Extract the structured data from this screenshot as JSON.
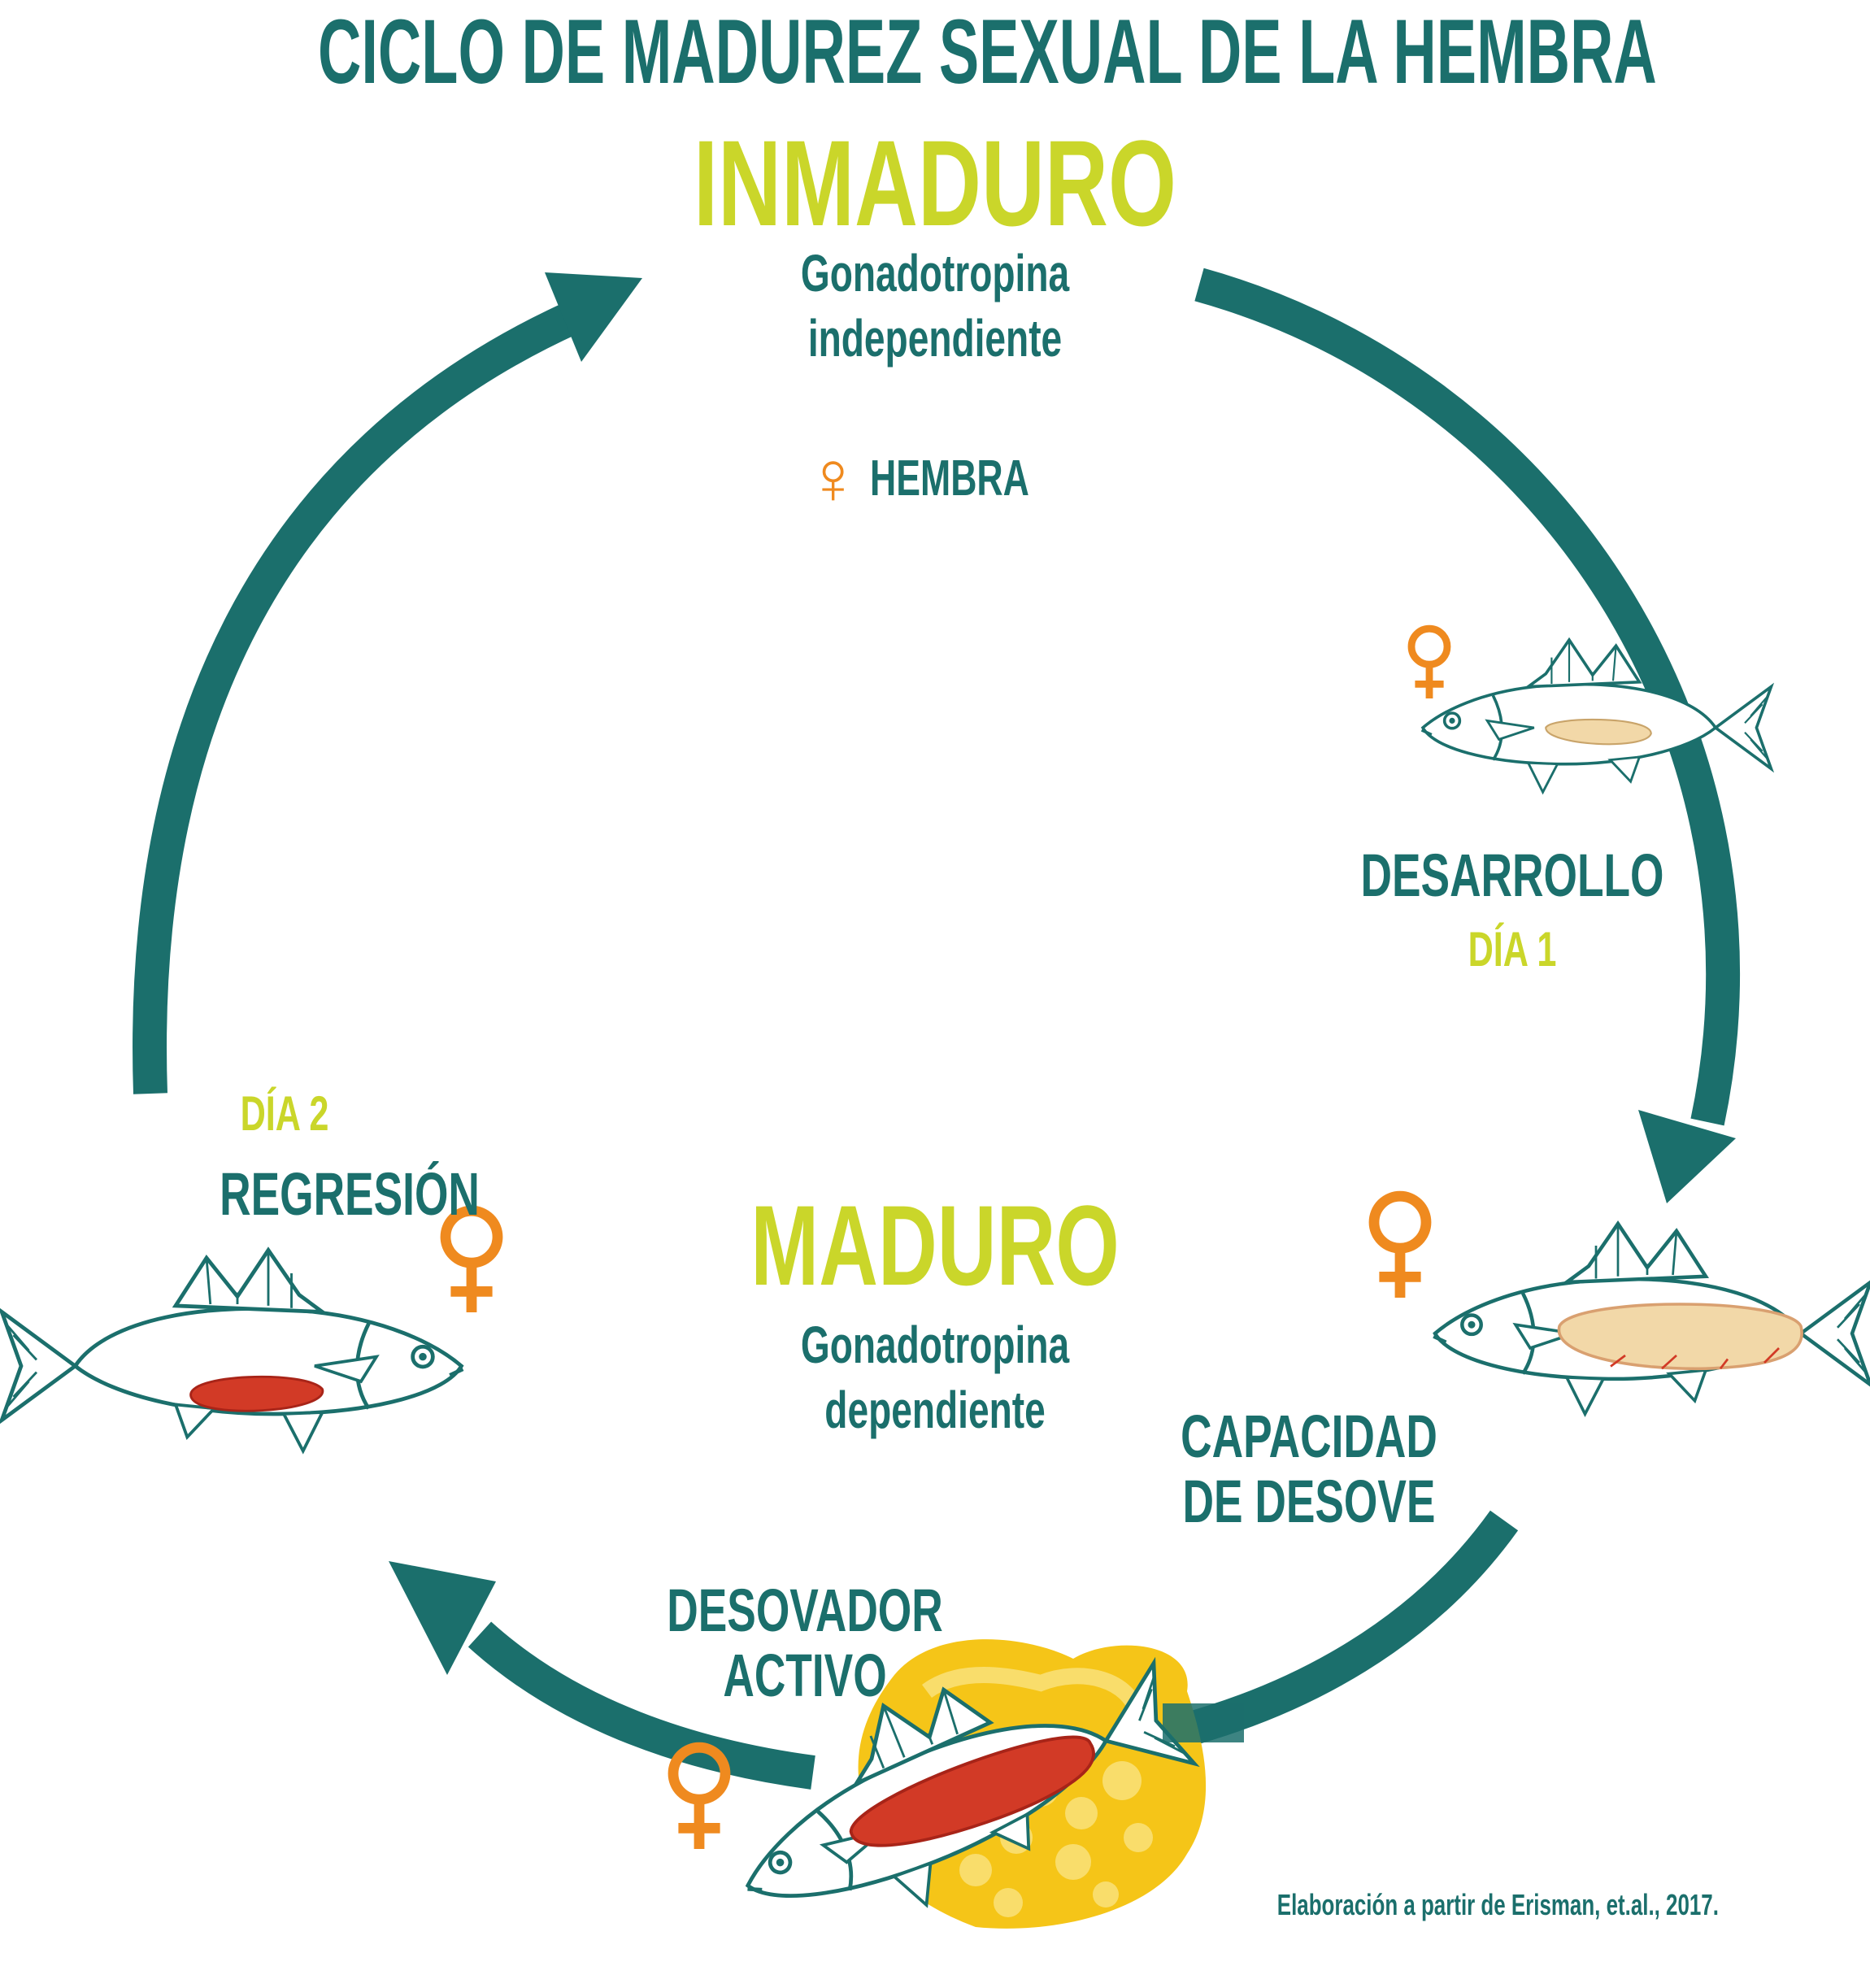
{
  "title": "CICLO DE MADUREZ SEXUAL DE LA HEMBRA",
  "inmaduro": {
    "heading": "INMADURO",
    "line1": "Gonadotropina",
    "line2": "independiente"
  },
  "hembra_label": "HEMBRA",
  "female_symbol": "♀",
  "stages": {
    "desarrollo": {
      "label": "DESARROLLO",
      "day": "DÍA 1"
    },
    "regresion": {
      "label": "REGRESIÓN",
      "day": "DÍA 2"
    },
    "capacidad": {
      "line1": "CAPACIDAD",
      "line2": "DE DESOVE"
    },
    "desovador": {
      "line1": "DESOVADOR",
      "line2": "ACTIVO"
    }
  },
  "maduro": {
    "heading": "MADURO",
    "line1": "Gonadotropina",
    "line2": "dependiente"
  },
  "credit": "Elaboración a partir de Erisman, et.al., 2017.",
  "icons": [
    "female-symbol-icon",
    "fish-icon",
    "egg-cluster-icon",
    "cycle-arrow-icon"
  ],
  "colors": {
    "teal": "#1b6f6c",
    "lime": "#cad62a",
    "orange": "#ef8a1f",
    "yellow_eggs": "#f5c518",
    "gonad_pale": "#f2d8a8",
    "gonad_red": "#d23a26"
  }
}
